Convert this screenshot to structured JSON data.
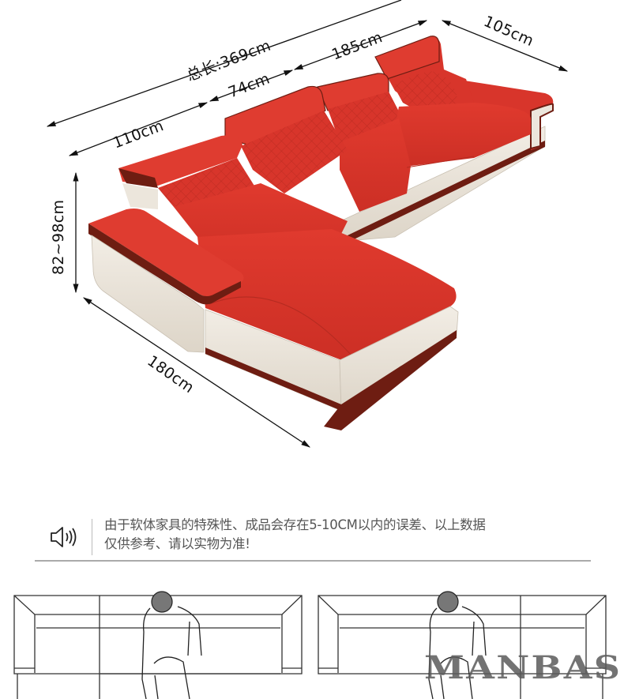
{
  "product": {
    "type": "L-shaped sectional sofa",
    "upholstery_color": "#d9342a",
    "base_color": "#ece6dc",
    "trim_color": "#6e1d12"
  },
  "dimensions": {
    "total_length": "总长:369cm",
    "segment_left": "110cm",
    "segment_middle": "74cm",
    "segment_right": "185cm",
    "depth": "105cm",
    "height": "82~98cm",
    "chaise_length": "180cm"
  },
  "notice": {
    "icon": "speaker-icon",
    "text_line1": "由于软体家具的特殊性、成品会存在5-10CM以内的误差、以上数据",
    "text_line2": "仅供参考、请以实物为准!"
  },
  "diagrams": [
    {
      "name": "sofa-schematic-left",
      "icon": "person-standing-icon"
    },
    {
      "name": "sofa-schematic-right",
      "icon": "person-standing-icon"
    }
  ],
  "watermark": {
    "text": "MANBAS"
  }
}
